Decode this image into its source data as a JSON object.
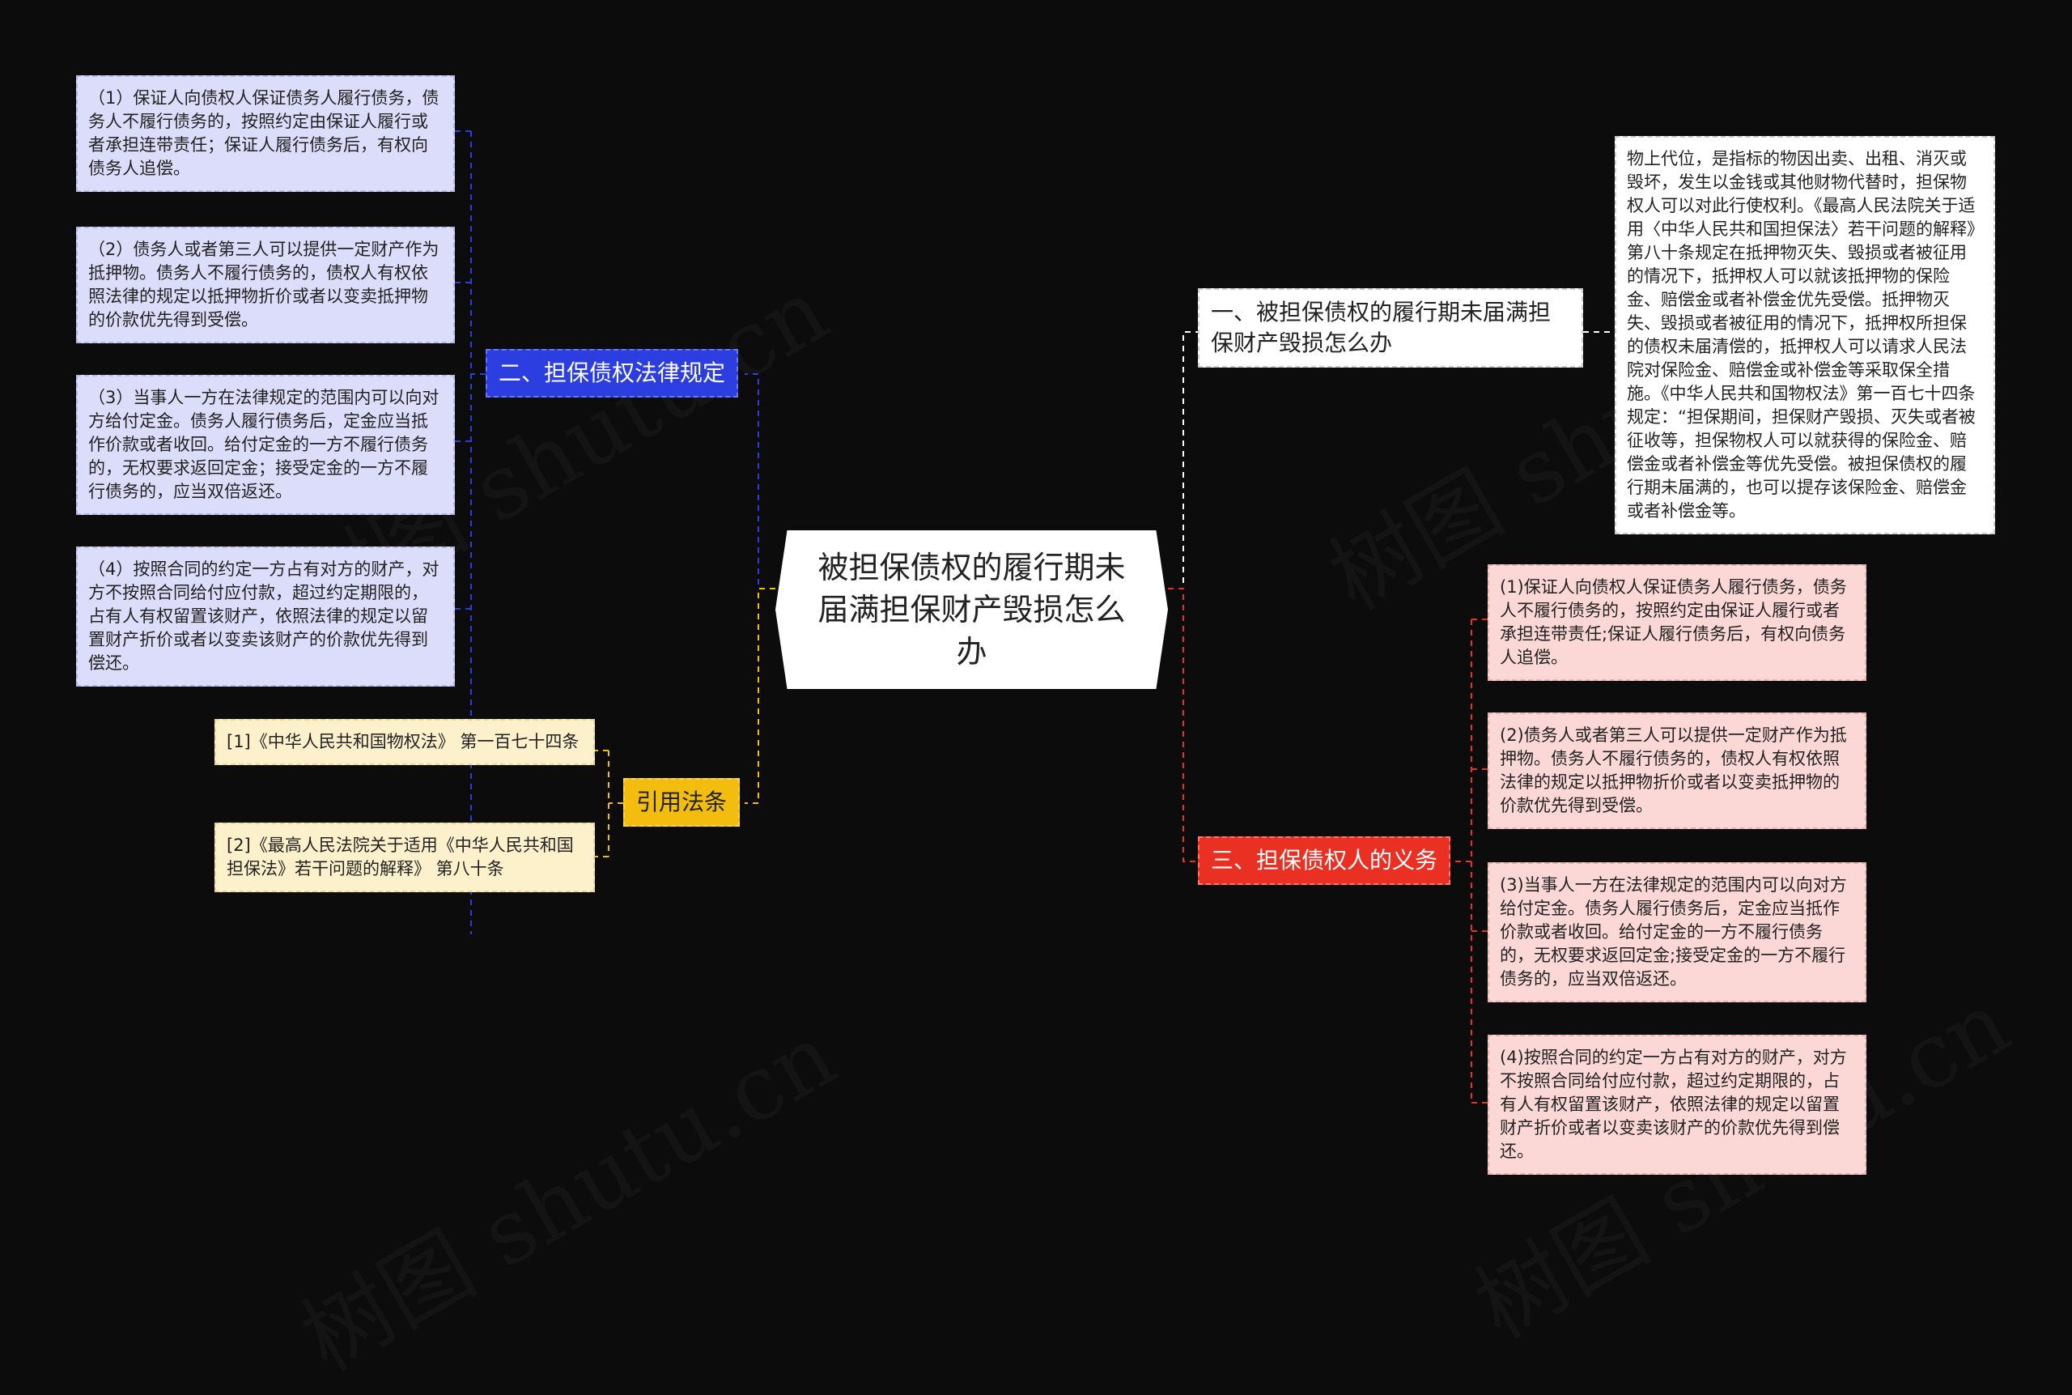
{
  "root": {
    "title": "被担保债权的履行期未届满担保财产毁损怎么办"
  },
  "branches": {
    "legal": {
      "label": "二、担保债权法律规定"
    },
    "cite": {
      "label": "引用法条"
    },
    "answer": {
      "label": "一、被担保债权的履行期未届满担保财产毁损怎么办"
    },
    "duty": {
      "label": "三、担保债权人的义务"
    }
  },
  "legal_items": [
    "（1）保证人向债权人保证债务人履行债务，债务人不履行债务的，按照约定由保证人履行或者承担连带责任；保证人履行债务后，有权向债务人追偿。",
    "（2）债务人或者第三人可以提供一定财产作为抵押物。债务人不履行债务的，债权人有权依照法律的规定以抵押物折价或者以变卖抵押物的价款优先得到受偿。",
    "（3）当事人一方在法律规定的范围内可以向对方给付定金。债务人履行债务后，定金应当抵作价款或者收回。给付定金的一方不履行债务的，无权要求返回定金；接受定金的一方不履行债务的，应当双倍返还。",
    "（4）按照合同的约定一方占有对方的财产，对方不按照合同给付应付款，超过约定期限的，占有人有权留置该财产，依照法律的规定以留置财产折价或者以变卖该财产的价款优先得到偿还。"
  ],
  "cite_items": [
    "[1]《中华人民共和国物权法》 第一百七十四条",
    "[2]《最高人民法院关于适用《中华人民共和国担保法》若干问题的解释》 第八十条"
  ],
  "answer_text": "物上代位，是指标的物因出卖、出租、消灭或毁坏，发生以金钱或其他财物代替时，担保物权人可以对此行使权利。《最高人民法院关于适用〈中华人民共和国担保法〉若干问题的解释》第八十条规定在抵押物灭失、毁损或者被征用的情况下，抵押权人可以就该抵押物的保险金、赔偿金或者补偿金优先受偿。抵押物灭失、毁损或者被征用的情况下，抵押权所担保的债权未届清偿的，抵押权人可以请求人民法院对保险金、赔偿金或补偿金等采取保全措施。《中华人民共和国物权法》第一百七十四条规定：“担保期间，担保财产毁损、灭失或者被征收等，担保物权人可以就获得的保险金、赔偿金或者补偿金等优先受偿。被担保债权的履行期未届满的，也可以提存该保险金、赔偿金或者补偿金等。",
  "duty_items": [
    "(1)保证人向债权人保证债务人履行债务，债务人不履行债务的，按照约定由保证人履行或者承担连带责任;保证人履行债务后，有权向债务人追偿。",
    "(2)债务人或者第三人可以提供一定财产作为抵押物。债务人不履行债务的，债权人有权依照法律的规定以抵押物折价或者以变卖抵押物的价款优先得到受偿。",
    "(3)当事人一方在法律规定的范围内可以向对方给付定金。债务人履行债务后，定金应当抵作价款或者收回。给付定金的一方不履行债务的，无权要求返回定金;接受定金的一方不履行债务的，应当双倍返还。",
    "(4)按照合同的约定一方占有对方的财产，对方不按照合同给付应付款，超过约定期限的，占有人有权留置该财产，依照法律的规定以留置财产折价或者以变卖该财产的价款优先得到偿还。"
  ],
  "watermark": "树图 shutu.cn",
  "colors": {
    "background": "#0c0c0c",
    "blue": "#2d3ee0",
    "yellow": "#f3bd0f",
    "red": "#ea3023",
    "white": "#ffffff"
  }
}
